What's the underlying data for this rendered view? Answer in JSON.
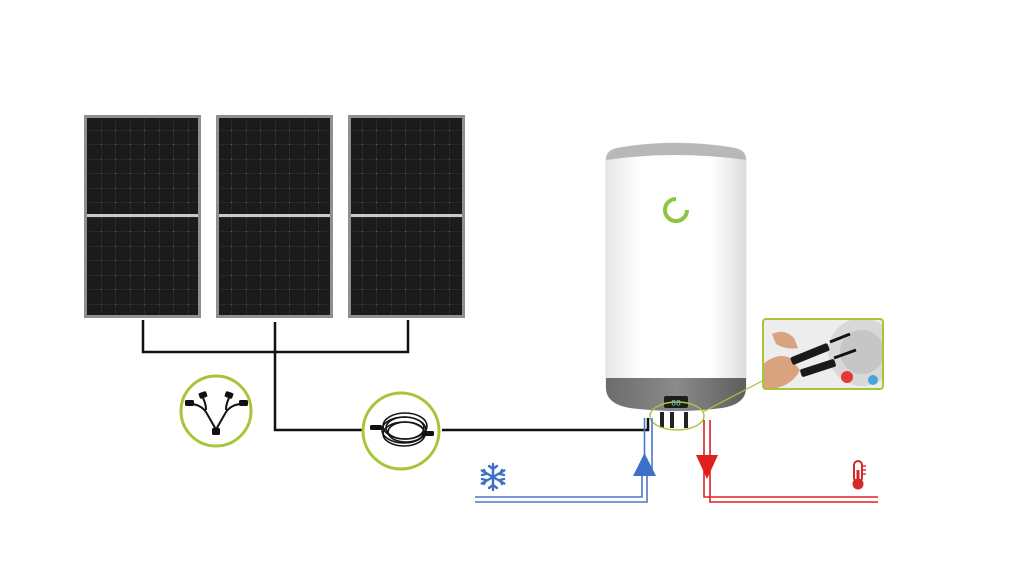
{
  "diagram": {
    "panels": [
      {
        "id": "panel-1"
      },
      {
        "id": "panel-2"
      },
      {
        "id": "panel-3"
      }
    ],
    "callouts": [
      "y-branch-connector",
      "extension-cable",
      "mc4-connector-closeup"
    ],
    "boiler": {
      "display_text": "88"
    },
    "flows": {
      "cold": {
        "icon": "snowflake-icon",
        "color": "#4a78c8"
      },
      "hot": {
        "icon": "thermometer-icon",
        "color": "#e02020"
      }
    },
    "colors": {
      "accent_ring": "#a6c63a",
      "wire": "#111111",
      "panel_frame": "#8f8f8f",
      "panel_cell": "#1a1a1a"
    }
  }
}
